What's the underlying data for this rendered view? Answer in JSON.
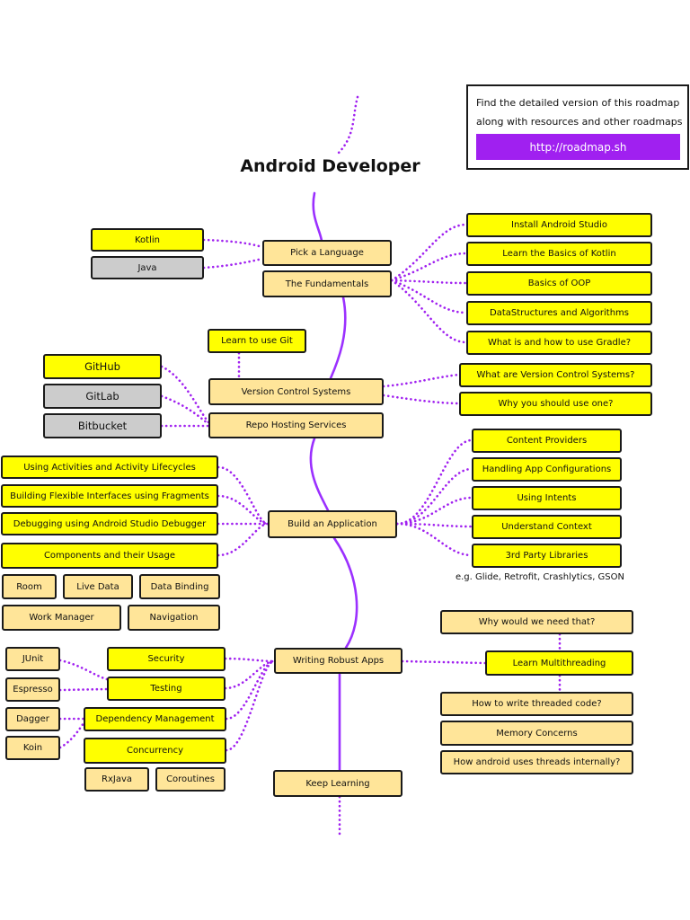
{
  "title": "Android Developer",
  "info": {
    "line1": "Find the detailed version of this roadmap",
    "line2": "along with resources and other roadmaps",
    "link": "http://roadmap.sh"
  },
  "colors": {
    "spine": "#9b30ff",
    "dotted_link": "#a020f0",
    "primary_topic": "#ffff00",
    "secondary_topic": "#ffe599",
    "alternative_option": "#cccccc",
    "link_button": "#a020f0"
  },
  "language": {
    "main": "Pick a Language",
    "kotlin": "Kotlin",
    "java": "Java"
  },
  "fundamentals": {
    "main": "The Fundamentals",
    "items": [
      "Install Android Studio",
      "Learn the Basics of Kotlin",
      "Basics of OOP",
      "DataStructures and Algorithms",
      "What is and how to use Gradle?"
    ]
  },
  "vcs": {
    "git": "Learn to use Git",
    "main": "Version Control Systems",
    "repo": "Repo Hosting Services",
    "questions": [
      "What are Version Control Systems?",
      "Why you should use one?"
    ],
    "hosts": [
      "GitHub",
      "GitLab",
      "Bitbucket"
    ]
  },
  "build": {
    "main": "Build an Application",
    "left": [
      "Using Activities and Activity Lifecycles",
      "Building Flexible Interfaces using Fragments",
      "Debugging using Android Studio Debugger",
      "Components and their Usage"
    ],
    "components": [
      "Room",
      "Live Data",
      "Data Binding",
      "Work Manager",
      "Navigation"
    ],
    "right": [
      "Content Providers",
      "Handling App Configurations",
      "Using Intents",
      "Understand Context",
      "3rd Party Libraries"
    ],
    "libraries_note": "e.g. Glide, Retrofit, Crashlytics, GSON"
  },
  "robust": {
    "main": "Writing Robust Apps",
    "left": [
      "Security",
      "Testing",
      "Dependency Management",
      "Concurrency"
    ],
    "testing_tools": [
      "JUnit",
      "Espresso"
    ],
    "di_tools": [
      "Dagger",
      "Koin"
    ],
    "concurrency_tools": [
      "RxJava",
      "Coroutines"
    ],
    "multithreading": "Learn Multithreading",
    "why": "Why would we need that?",
    "threads": [
      "How to write threaded code?",
      "Memory Concerns",
      "How android uses threads internally?"
    ]
  },
  "keep_learning": "Keep Learning"
}
